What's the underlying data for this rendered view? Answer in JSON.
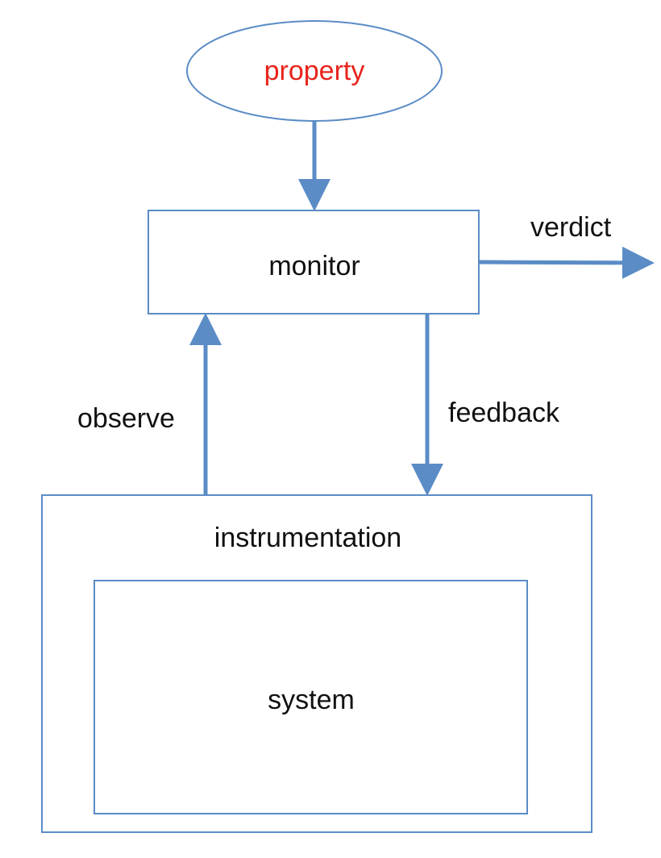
{
  "nodes": {
    "property": {
      "label": "property"
    },
    "monitor": {
      "label": "monitor"
    },
    "instrumentation": {
      "label": "instrumentation"
    },
    "system": {
      "label": "system"
    }
  },
  "edges": {
    "property_to_monitor": {
      "label": ""
    },
    "monitor_to_verdict": {
      "label": "verdict"
    },
    "instrumentation_to_monitor": {
      "label": "observe"
    },
    "monitor_to_instrumentation": {
      "label": "feedback"
    }
  },
  "colors": {
    "stroke": "#5b8cc6",
    "arrow": "#5b8cc6",
    "property_text": "#e8231c",
    "text": "#111111",
    "background": "#ffffff"
  }
}
